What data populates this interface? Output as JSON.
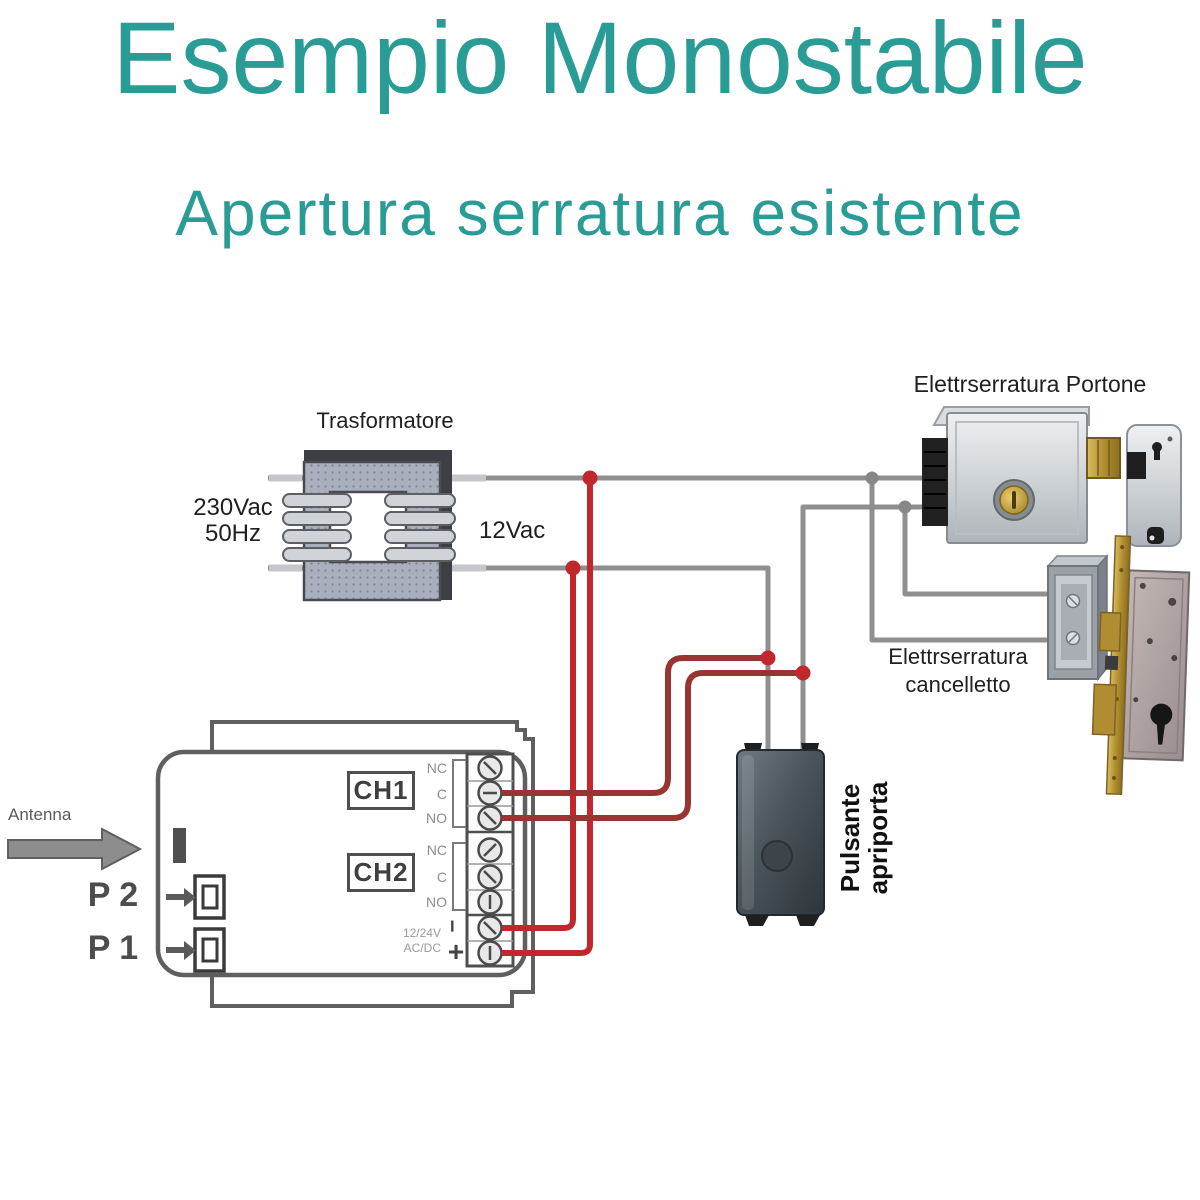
{
  "header": {
    "title": "Esempio Monostabile",
    "subtitle": "Apertura serratura esistente"
  },
  "colors": {
    "accent_teal": "#2a9c96",
    "wire_gray": "#8f8f8f",
    "wire_red": "#c1272d",
    "wire_dark_red": "#993432",
    "label_dark": "#1f1f1f",
    "label_gray": "#8c8c8c"
  },
  "labels": {
    "transformer": "Trasformatore",
    "primary_voltage": "230Vac",
    "primary_freq": "50Hz",
    "secondary_voltage": "12Vac",
    "door_lock": "Elettrserratura Portone",
    "gate_lock_line1": "Elettrserratura",
    "gate_lock_line2": "cancelletto",
    "button_line1": "Pulsante",
    "button_line2": "apriporta",
    "antenna": "Antenna",
    "p2": "P 2",
    "p1": "P 1"
  },
  "receiver": {
    "ch1": "CH1",
    "ch2": "CH2",
    "ch1_terminals": [
      "NC",
      "C",
      "NO"
    ],
    "ch2_terminals": [
      "NC",
      "C",
      "NO"
    ],
    "power_line1": "12/24V",
    "power_line2": "AC/DC",
    "minus": "−",
    "plus": "+"
  }
}
